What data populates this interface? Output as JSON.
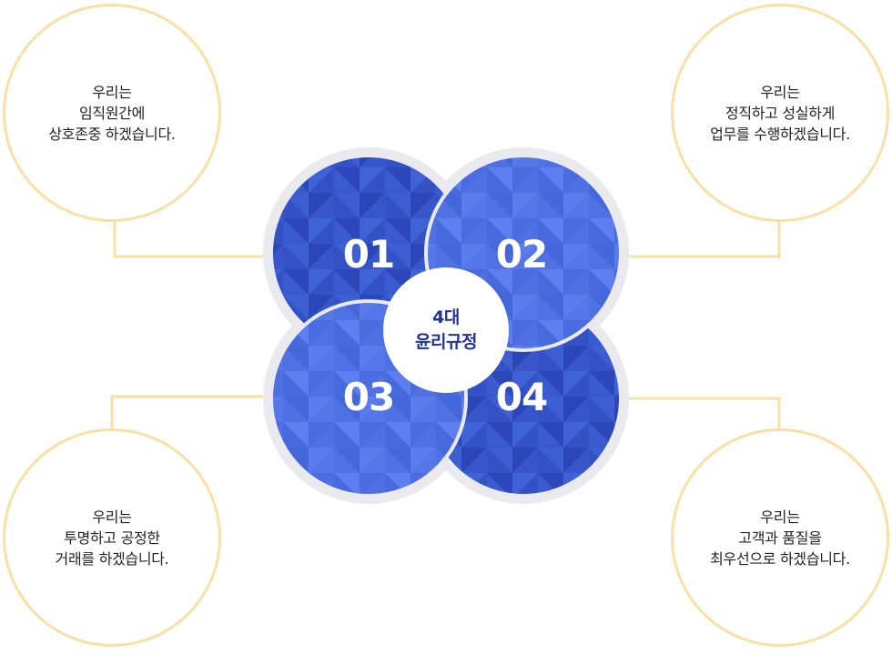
{
  "hub": {
    "line1": "4대",
    "line2": "윤리규정"
  },
  "petals": [
    {
      "number": "01"
    },
    {
      "number": "02"
    },
    {
      "number": "03"
    },
    {
      "number": "04"
    }
  ],
  "principles": [
    {
      "line1": "우리는",
      "line2": "임직원간에",
      "line3": "상호존중 하겠습니다."
    },
    {
      "line1": "우리는",
      "line2": "정직하고 성실하게",
      "line3": "업무를 수행하겠습니다."
    },
    {
      "line1": "우리는",
      "line2": "투명하고 공정한",
      "line3": "거래를 하겠습니다."
    },
    {
      "line1": "우리는",
      "line2": "고객과 품질을",
      "line3": "최우선으로 하겠습니다."
    }
  ],
  "colors": {
    "outer_border": "#fbe0a5",
    "connector": "#fbe0a5",
    "petal_halo": "#eaeaee",
    "petal_dark": "#2f4ec1",
    "petal_light": "#4f73e6",
    "hub_text": "#21329b"
  }
}
